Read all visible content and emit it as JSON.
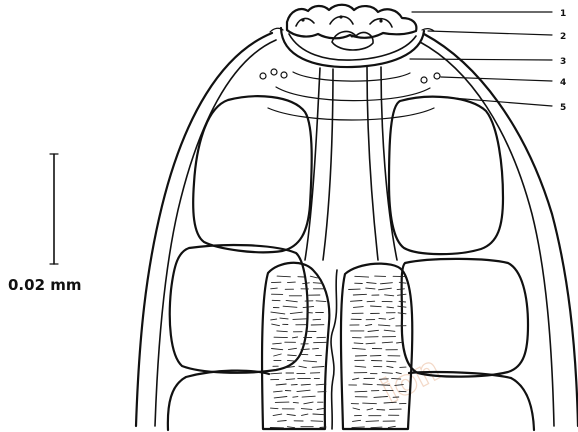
{
  "figure": {
    "labels": [
      "1",
      "2",
      "3",
      "4",
      "5"
    ],
    "scale_bar_text": "0.02 mm",
    "watermark_text": "ion"
  },
  "colors": {
    "ink": "#111111",
    "background": "#ffffff",
    "watermark": "#f3d9c8"
  }
}
